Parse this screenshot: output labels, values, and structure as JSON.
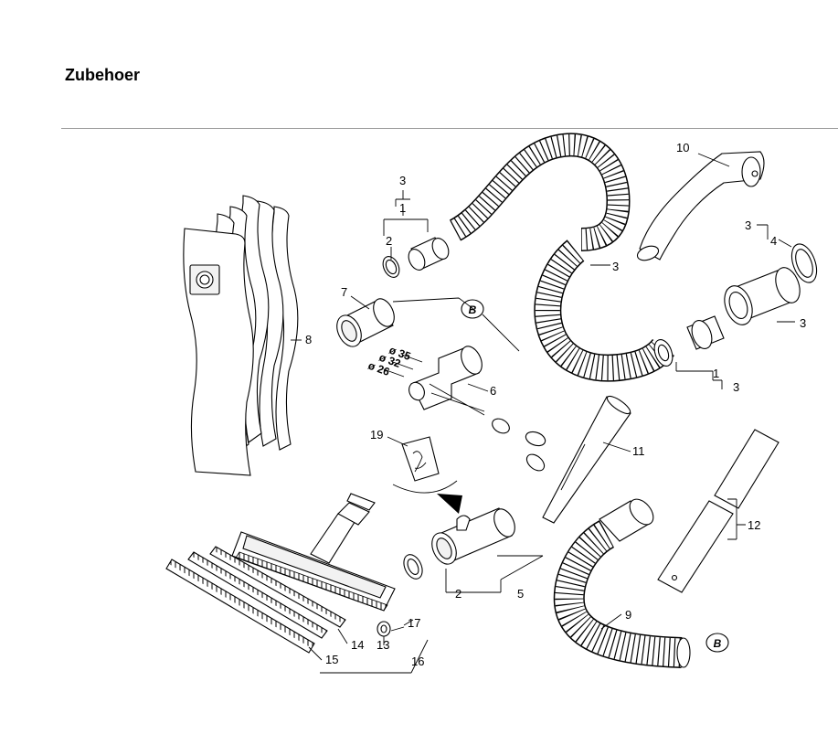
{
  "page": {
    "title": "Zubehoer"
  },
  "callouts": [
    "1",
    "2",
    "3",
    "4",
    "5",
    "6",
    "7",
    "8",
    "9",
    "10",
    "11",
    "12",
    "13",
    "14",
    "15",
    "16",
    "17",
    "19"
  ],
  "diameters": [
    "ø 35",
    "ø 32",
    "ø 26"
  ],
  "connector_mark": "B",
  "icons": {
    "bag_hand": "hand-bag-icon"
  }
}
